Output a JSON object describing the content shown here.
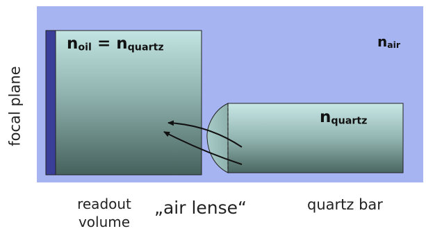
{
  "labels": {
    "focal_plane": "focal plane",
    "readout_volume": "readout volume",
    "air_lense": "„air lense“",
    "quartz_bar": "quartz bar"
  },
  "math": {
    "n_oil_symbol": "n",
    "n_oil_sub": "oil",
    "equals": " = ",
    "n_quartz_symbol": "n",
    "n_quartz_sub": "quartz",
    "n_air_symbol": "n",
    "n_air_sub": "air",
    "bar_n_symbol": "n",
    "bar_n_sub": "quartz"
  },
  "colors": {
    "background_medium": "#a6b4f2",
    "focal_plane_strip": "#3a3e98",
    "volume_top": "#bfe2e0",
    "volume_bottom": "#46615c",
    "outline": "#222222",
    "ray": "#111111"
  }
}
